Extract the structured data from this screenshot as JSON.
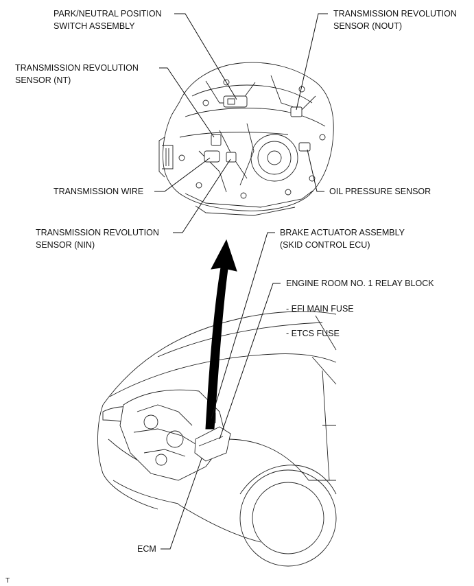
{
  "labels": {
    "park_neutral_1": "PARK/NEUTRAL POSITION",
    "park_neutral_2": "SWITCH ASSEMBLY",
    "nout_1": "TRANSMISSION REVOLUTION",
    "nout_2": "SENSOR (NOUT)",
    "nt_1": "TRANSMISSION REVOLUTION",
    "nt_2": "SENSOR (NT)",
    "transmission_wire": "TRANSMISSION WIRE",
    "oil_pressure": "OIL PRESSURE SENSOR",
    "nin_1": "TRANSMISSION REVOLUTION",
    "nin_2": "SENSOR (NIN)",
    "brake_actuator_1": "BRAKE ACTUATOR ASSEMBLY",
    "brake_actuator_2": "(SKID CONTROL ECU)",
    "relay_block": "ENGINE ROOM NO. 1 RELAY BLOCK",
    "efi_fuse": "- EFI MAIN FUSE",
    "etcs_fuse": "- ETCS FUSE",
    "ecm": "ECM",
    "corner_mark": "T"
  }
}
